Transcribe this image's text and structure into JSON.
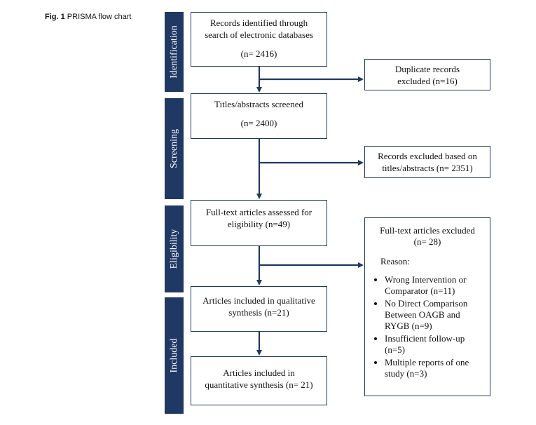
{
  "caption": {
    "fig": "Fig. 1",
    "text": "PRISMA flow chart"
  },
  "stages": [
    "Identification",
    "Screening",
    "Eligibility",
    "Included"
  ],
  "boxes": {
    "identification": {
      "l1": "Records identified through",
      "l2": "search of electronic databases",
      "count": "(n= 2416)"
    },
    "duplicates": {
      "l1": "Duplicate records",
      "l2": "excluded (n=16)"
    },
    "screened": {
      "l1": "Titles/abstracts screened",
      "count": "(n= 2400)"
    },
    "excluded_abstracts": {
      "l1": "Records excluded based on",
      "l2": "titles/abstracts (n= 2351)"
    },
    "fulltext": {
      "l1": "Full-text articles assessed for",
      "l2": "eligibility (n=49)"
    },
    "fulltext_excluded": {
      "l1": "Full-text articles excluded",
      "l2": "(n= 28)",
      "reason": "Reason:",
      "items": [
        {
          "a": "Wrong Intervention or",
          "b": "Comparator (n=11)"
        },
        {
          "a": "No Direct Comparison",
          "b": "Between OAGB and",
          "c": "RYGB (n=9)"
        },
        {
          "a": "Insufficient follow-up",
          "b": "(n=5)"
        },
        {
          "a": "Multiple reports of one",
          "b": "study (n=3)"
        }
      ]
    },
    "qualitative": {
      "l1": "Articles included in qualitative",
      "l2": "synthesis (n=21)"
    },
    "quantitative": {
      "l1": "Articles included in",
      "l2": "quantitative synthesis (n= 21)"
    }
  },
  "colors": {
    "stage": "#1f3864",
    "arrow": "#1f3864"
  }
}
